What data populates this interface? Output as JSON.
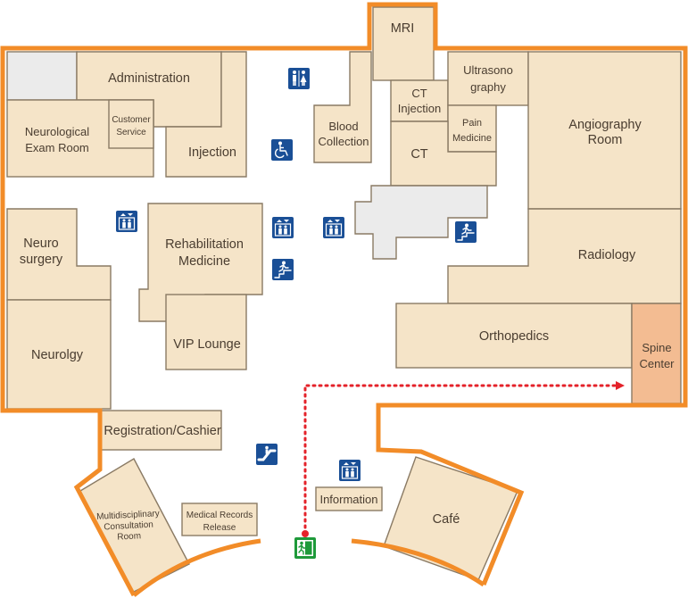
{
  "map": {
    "rooms": {
      "mri": "MRI",
      "administration": "Administration",
      "ultrasonography": [
        "Ultrasono",
        "graphy"
      ],
      "ct_injection": [
        "CT",
        "Injection"
      ],
      "pain_medicine": [
        "Pain",
        "Medicine"
      ],
      "angiography_room": [
        "Angiography",
        "Room"
      ],
      "neurological_exam_room": [
        "Neurological",
        "Exam Room"
      ],
      "customer_service": [
        "Customer",
        "Service"
      ],
      "injection": "Injection",
      "blood_collection": [
        "Blood",
        "Collection"
      ],
      "ct": "CT",
      "neurosurgery": [
        "Neuro",
        "surgery"
      ],
      "rehabilitation_medicine": [
        "Rehabilitation",
        "Medicine"
      ],
      "radiology": "Radiology",
      "vip_lounge": "VIP Lounge",
      "orthopedics": "Orthopedics",
      "spine_center": [
        "Spine",
        "Center"
      ],
      "neurology": "Neurolgy",
      "registration_cashier": "Registration/Cashier",
      "multidisciplinary_consultation_room": [
        "Multidisciplinary",
        "Consultation",
        "Room"
      ],
      "medical_records_release": [
        "Medical Records",
        "Release"
      ],
      "information": "Information",
      "cafe": "Café"
    },
    "icons": {
      "restroom": "restroom-icon",
      "accessible": "wheelchair-icon",
      "elevator": "elevator-icon",
      "stairs": "stairs-icon",
      "escalator": "escalator-icon",
      "exit": "emergency-exit-icon"
    },
    "colors": {
      "wall": "#f28c28",
      "room_fill": "#f5e4c8",
      "highlight_room": "#f3bc92",
      "unused_room": "#ebebeb",
      "icon": "#1a4f96",
      "exit_icon": "#1e9a3a",
      "route": "#e4222a"
    }
  }
}
